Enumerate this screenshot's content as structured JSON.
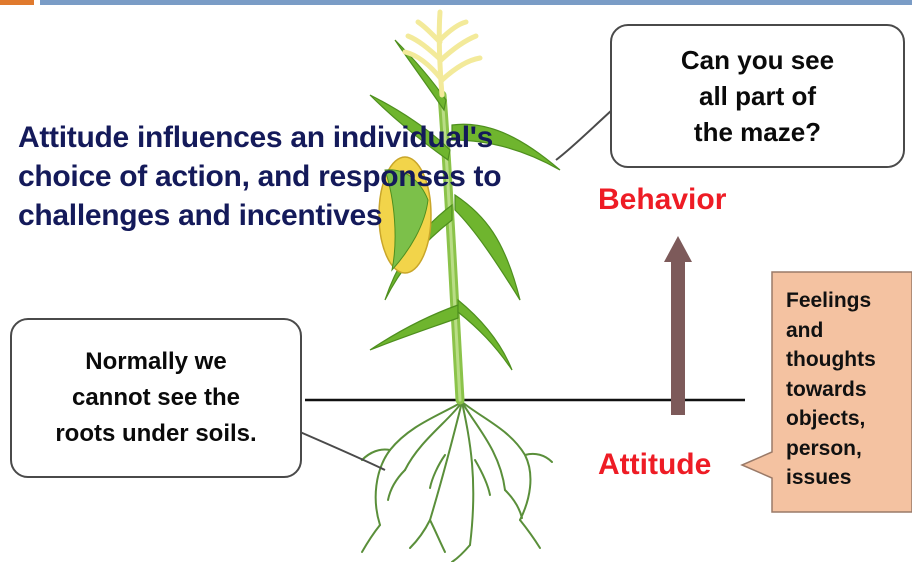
{
  "main_statement": "Attitude influences an individual's choice of action, and responses to challenges and incentives",
  "bubbles": {
    "maze": [
      "Can you see",
      "all part of",
      "the maze?"
    ],
    "roots": [
      "Normally we",
      "cannot see the",
      "roots under soils."
    ]
  },
  "labels": {
    "behavior": "Behavior",
    "attitude": "Attitude"
  },
  "callout": {
    "lines": [
      "Feelings",
      "and",
      "thoughts",
      "towards",
      "objects,",
      "person,",
      "issues"
    ]
  },
  "colors": {
    "heading_text": "#141a5a",
    "label_red": "#ee1c25",
    "arrow": "#7d5a5a",
    "callout_fill": "#f4c2a1",
    "plant_stem": "#8bc34a",
    "plant_leaf": "#6fb52e",
    "roots": "#5a8f3a",
    "corn": "#f2d44a"
  }
}
